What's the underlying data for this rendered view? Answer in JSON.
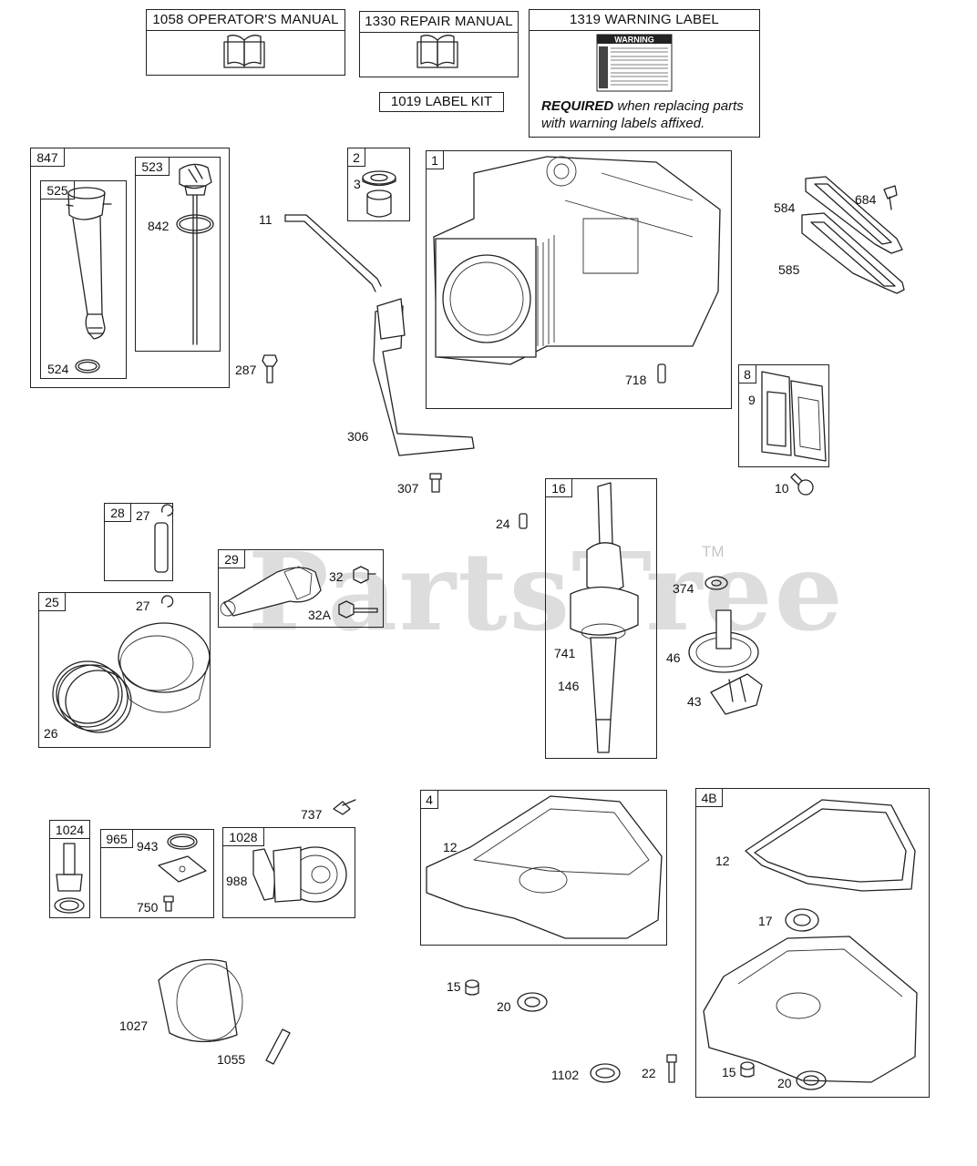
{
  "manuals": {
    "operators": "1058 OPERATOR'S MANUAL",
    "repair": "1330 REPAIR MANUAL",
    "warning": "1319 WARNING LABEL",
    "label_kit": "1019 LABEL KIT",
    "warning_decal_title": "WARNING",
    "required_bold": "REQUIRED",
    "required_rest_line1": " when replacing parts",
    "required_line2": "with warning labels affixed."
  },
  "watermark": {
    "text": "PartsTree",
    "tm": "TM"
  },
  "boxes": {
    "b847": "847",
    "b525": "525",
    "b523": "523",
    "b2": "2",
    "b1": "1",
    "b8": "8",
    "b28": "28",
    "b29": "29",
    "b25": "25",
    "b16": "16",
    "b1024": "1024",
    "b965": "965",
    "b1028": "1028",
    "b4": "4",
    "b4B": "4B"
  },
  "labels": {
    "p524": "524",
    "p842": "842",
    "p3": "3",
    "p11": "11",
    "p287": "287",
    "p306": "306",
    "p307": "307",
    "p718": "718",
    "p584": "584",
    "p684": "684",
    "p585": "585",
    "p9": "9",
    "p10": "10",
    "p27a": "27",
    "p27b": "27",
    "p32": "32",
    "p32A": "32A",
    "p26": "26",
    "p24": "24",
    "p374": "374",
    "p741": "741",
    "p146": "146",
    "p46": "46",
    "p43": "43",
    "p737": "737",
    "p943": "943",
    "p750": "750",
    "p988": "988",
    "p12a": "12",
    "p15a": "15",
    "p20a": "20",
    "p12b": "12",
    "p17": "17",
    "p15b": "15",
    "p20b": "20",
    "p1027": "1027",
    "p1055": "1055",
    "p1102": "1102",
    "p22": "22"
  }
}
